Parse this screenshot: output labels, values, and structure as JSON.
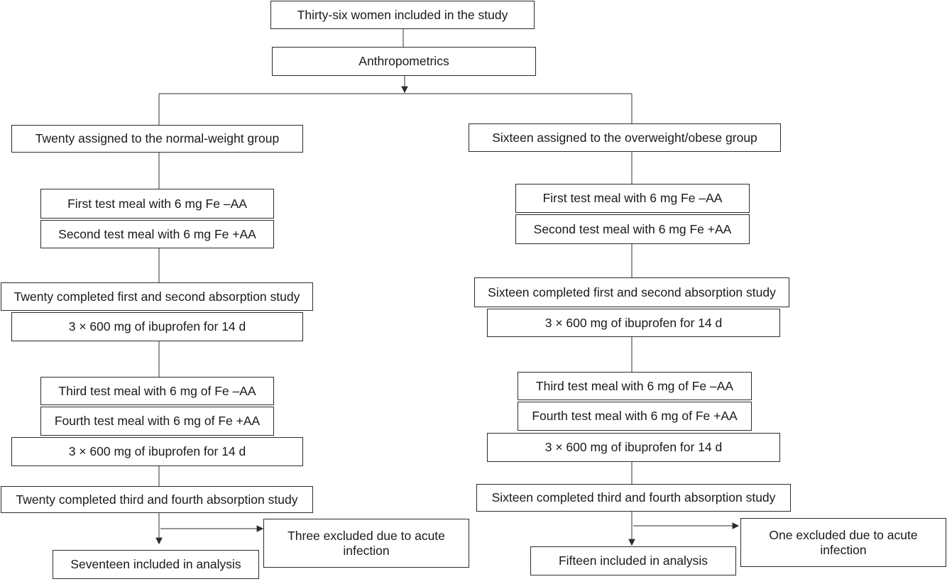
{
  "flowchart": {
    "start": "Thirty-six women included in the study",
    "anthropometrics": "Anthropometrics",
    "left": {
      "group": "Twenty assigned to the normal-weight group",
      "meal1": "First test meal with 6 mg Fe –AA",
      "meal2": "Second test meal with 6 mg Fe +AA",
      "completed1": "Twenty completed first and second absorption study",
      "ibuprofen1": "3 × 600 mg of ibuprofen for 14 d",
      "meal3": "Third test meal with 6 mg of Fe –AA",
      "meal4": "Fourth test meal with 6 mg of Fe +AA",
      "ibuprofen2": "3 × 600 mg of ibuprofen for 14 d",
      "completed2": "Twenty completed third and fourth absorption study",
      "excluded": "Three excluded due to acute infection",
      "analysis": "Seventeen included in analysis"
    },
    "right": {
      "group": "Sixteen assigned to the overweight/obese group",
      "meal1": "First test meal with 6 mg Fe –AA",
      "meal2": "Second test meal with 6 mg Fe +AA",
      "completed1": "Sixteen completed first and second absorption study",
      "ibuprofen1": "3 × 600 mg of ibuprofen for 14 d",
      "meal3": "Third test meal with 6 mg of Fe –AA",
      "meal4": "Fourth test meal with 6 mg of Fe +AA",
      "ibuprofen2": "3 × 600 mg of ibuprofen for 14 d",
      "completed2": "Sixteen completed third and fourth absorption study",
      "excluded": "One excluded due to acute infection",
      "analysis": "Fifteen included in analysis"
    }
  }
}
